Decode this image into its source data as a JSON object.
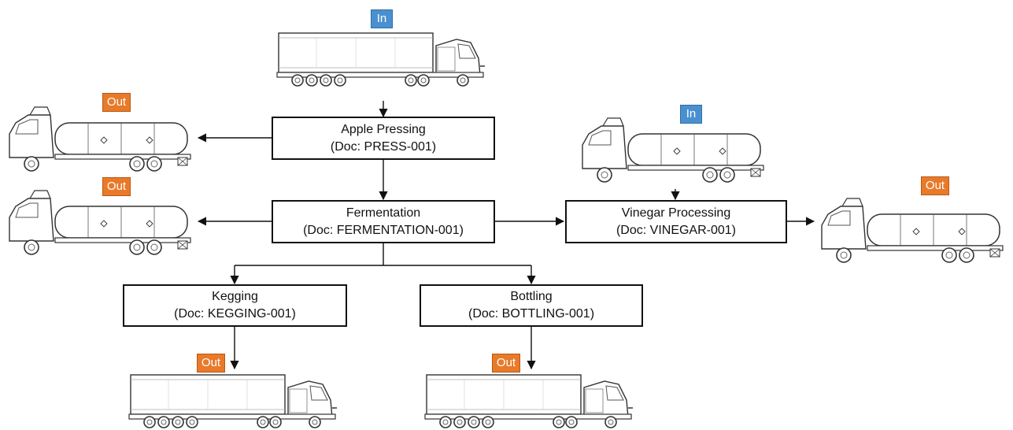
{
  "colors": {
    "in_badge": "#4a90d0",
    "out_badge": "#e87a2a",
    "line": "#111111"
  },
  "badges": {
    "in": "In",
    "out": "Out"
  },
  "processes": {
    "apple_pressing": {
      "title": "Apple Pressing",
      "doc": "(Doc: PRESS-001)"
    },
    "fermentation": {
      "title": "Fermentation",
      "doc": "(Doc: FERMENTATION-001)"
    },
    "vinegar": {
      "title": "Vinegar Processing",
      "doc": "(Doc: VINEGAR-001)"
    },
    "kegging": {
      "title": "Kegging",
      "doc": "(Doc: KEGGING-001)"
    },
    "bottling": {
      "title": "Bottling",
      "doc": "(Doc: BOTTLING-001)"
    }
  },
  "icons": {
    "box_truck": "box-truck-icon",
    "tanker_truck": "tanker-truck-icon"
  }
}
